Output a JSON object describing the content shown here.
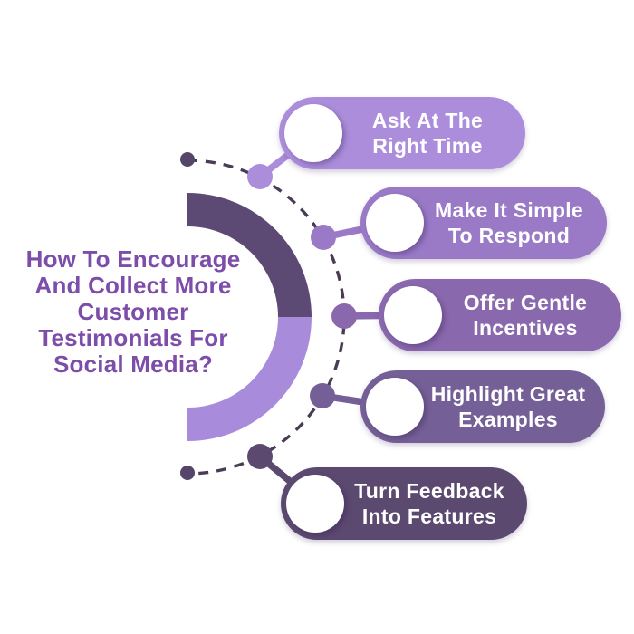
{
  "title": {
    "text": "How To Encourage\nAnd Collect More\nCustomer\nTestimonials For\nSocial Media?",
    "color": "#7d4daa"
  },
  "diagram": {
    "center_arc": {
      "top_color": "#5d4a74",
      "bottom_color": "#a98bdb"
    },
    "dashed_arc_color": "#4a3c55",
    "endpoint_dot_color": "#554669",
    "background_color": "#ffffff",
    "label_text_color": "#ffffff"
  },
  "items": [
    {
      "label": "Ask At The\nRight Time",
      "color": "#ac8ddc"
    },
    {
      "label": "Make It Simple\nTo Respond",
      "color": "#9a7ac7"
    },
    {
      "label": "Offer Gentle\nIncentives",
      "color": "#8a68ae"
    },
    {
      "label": "Highlight Great\nExamples",
      "color": "#746096"
    },
    {
      "label": "Turn Feedback\nInto Features",
      "color": "#5b4970"
    }
  ]
}
